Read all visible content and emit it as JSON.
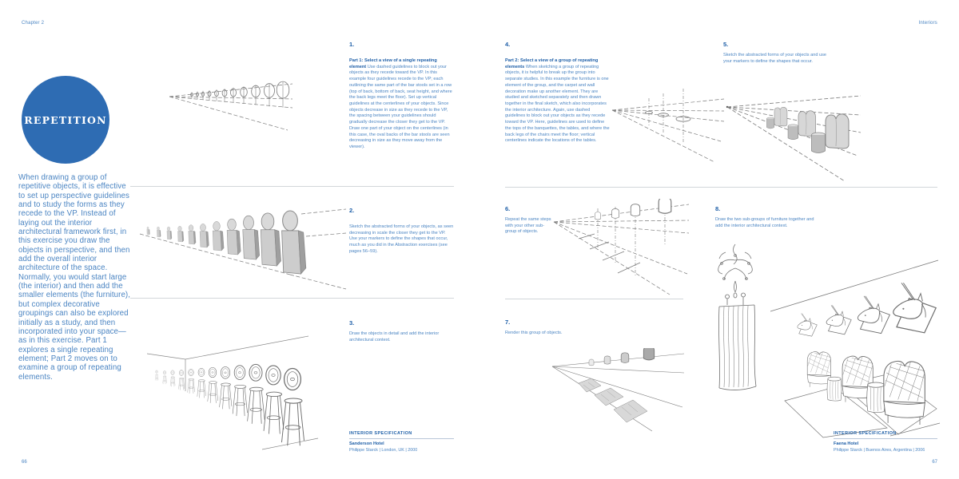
{
  "page": {
    "chapter_label": "Chapter 2",
    "running_head": "Interiors",
    "left_page_number": "66",
    "right_page_number": "67"
  },
  "intro": {
    "title": "REPETITION",
    "body": "When drawing a group of repetitive objects, it is effective to set up perspective guidelines and to study the forms as they recede to the VP. Instead of laying out the interior architectural framework first, in this exercise you draw the objects in perspective, and then add the overall interior architecture of the space. Normally, you would start large (the interior) and then add the smaller elements (the furniture), but complex decorative groupings can also be explored initially as a study, and then incorporated into your space—as in this exercise. Part 1 explores a single repeating element; Part 2 moves on to examine a group of repeating elements."
  },
  "steps": [
    {
      "number": "1.",
      "lead": "Part 1: Select a view of a single repeating element",
      "body": "Use dashed guidelines to block out your objects as they recede toward the VP. In this example four guidelines recede to the VP; each outlining the same part of the bar stools set in a row (top of back, bottom of back, seat height, and where the back legs meet the floor). Set up vertical guidelines at the centerlines of your objects. Since objects decrease in size as they recede to the VP, the spacing between your guidelines should gradually decrease the closer they get to the VP. Draw one part of your object on the centerlines (in this case, the oval backs of the bar stools are seen decreasing in size as they move away from the viewer)."
    },
    {
      "number": "2.",
      "body": "Sketch the abstracted forms of your objects, as seen decreasing in scale the closer they get to the VP. Use your markers to define the shapes that occur, much as you did in the Abstraction exercises (see pages 56–59)."
    },
    {
      "number": "3.",
      "body": "Draw the objects in detail and add the interior architectural context."
    },
    {
      "number": "4.",
      "lead": "Part 2: Select a view of a group of repeating elements",
      "body": "When sketching a group of repeating objects, it is helpful to break up the group into separate studies. In this example the furniture is one element of the group, and the carpet and wall decoration make up another element. They are studied and sketched separately and then drawn together in the final sketch, which also incorporates the interior architecture. Again, use dashed guidelines to block out your objects as they recede toward the VP. Here, guidelines are used to define the tops of the banquettes, the tables, and where the back legs of the chairs meet the floor; vertical centerlines indicate the locations of the tables."
    },
    {
      "number": "5.",
      "body": "Sketch the abstracted forms of your objects and use your markers to define the shapes that occur."
    },
    {
      "number": "6.",
      "body": "Repeat the same steps with your other sub-group of objects."
    },
    {
      "number": "7.",
      "body": "Render this group of objects."
    },
    {
      "number": "8.",
      "body": "Draw the two sub-groups of furniture together and add the interior architectural context."
    }
  ],
  "specifications": [
    {
      "heading": "INTERIOR SPECIFICATION",
      "name": "Sanderson Hotel",
      "detail": "Philippe Starck | London, UK | 2000"
    },
    {
      "heading": "INTERIOR SPECIFICATION",
      "name": "Faena Hotel",
      "detail": "Philippe Starck | Buenos Aires, Argentina | 2006"
    }
  ],
  "colors": {
    "brand_blue": "#2e6cb3",
    "heading_blue": "#1d5ea7",
    "body_blue": "#4a84c2",
    "sketch_gray": "#6e6e6e"
  }
}
